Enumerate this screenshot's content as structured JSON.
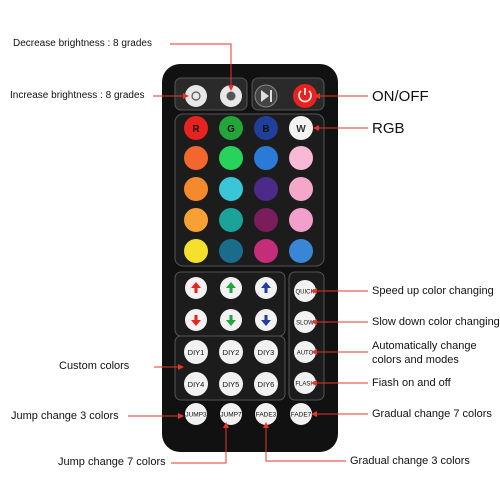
{
  "labels": {
    "decrease_brightness": "Decrease brightness : 8 grades",
    "increase_brightness": "Increase brightness : 8 grades",
    "on_off": "ON/OFF",
    "rgb": "RGB",
    "speed_up": "Speed up color changing",
    "slow_down": "Slow down color changing",
    "auto_line1": "Automatically change",
    "auto_line2": "colors and modes",
    "flash": "Fiash on and off",
    "gradual7": "Gradual change 7 colors",
    "custom": "Custom colors",
    "jump3": "Jump change 3 colors",
    "jump7": "Jump change 7 colors",
    "gradual3": "Gradual change 3 colors"
  },
  "remote": {
    "body_color": "#111111",
    "accent_line_color": "#e8352a",
    "rgb_row": [
      {
        "letter": "R",
        "color": "#e8231f"
      },
      {
        "letter": "G",
        "color": "#22a63c"
      },
      {
        "letter": "B",
        "color": "#1f3f9a"
      },
      {
        "letter": "W",
        "color": "#f2f2f2"
      }
    ],
    "color_grid": [
      [
        "#f2672e",
        "#27d35a",
        "#2b7ad8",
        "#f7b9d5"
      ],
      [
        "#f58a2c",
        "#39c7d8",
        "#4b2a8a",
        "#f4a7c9"
      ],
      [
        "#f7a034",
        "#1ba39a",
        "#7a1d5a",
        "#f39fcd"
      ],
      [
        "#f5e12d",
        "#1a6d8a",
        "#c42d7a",
        "#3a86d6"
      ]
    ],
    "diy_buttons": [
      "DIY1",
      "DIY2",
      "DIY3",
      "DIY4",
      "DIY5",
      "DIY6"
    ],
    "side_buttons": [
      "QUICK",
      "SLOW",
      "AUTO",
      "FLASH"
    ],
    "bottom_buttons": [
      "JUMP3",
      "JUMP7",
      "FADE3",
      "FADE7"
    ]
  }
}
